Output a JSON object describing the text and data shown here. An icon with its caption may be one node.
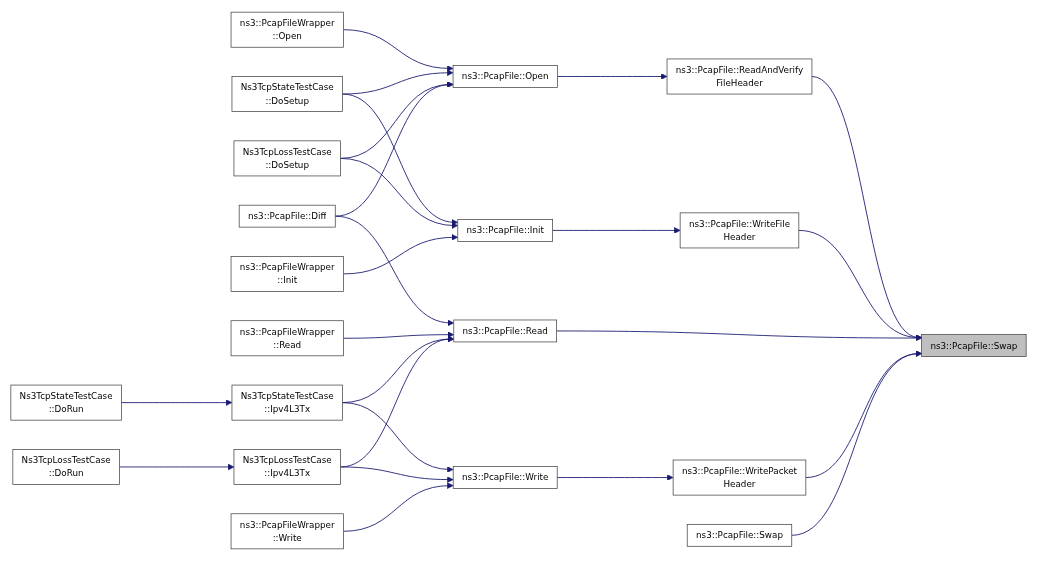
{
  "diagram": {
    "nodes": [
      {
        "text": [
          "Ns3TcpStateTestCase ::DoRun"
        ]
      },
      {
        "text": [
          "Ns3TcpLossTestCase ::DoRun"
        ]
      },
      {
        "text": [
          "ns3::PcapFileWrapper ::Open"
        ]
      },
      {
        "text": [
          "Ns3TcpStateTestCase ::DoSetup"
        ]
      },
      {
        "text": [
          "Ns3TcpLossTestCase ::DoSetup"
        ]
      },
      {
        "text": [
          "ns3::PcapFileWrapper ::Init"
        ]
      },
      {
        "text": [
          "ns3::PcapFile::Diff"
        ]
      },
      {
        "text": [
          "ns3::PcapFileWrapper ::Read"
        ]
      },
      {
        "text": [
          "Ns3TcpStateTestCase ::Ipv4L3Tx"
        ]
      },
      {
        "text": [
          "Ns3TcpLossTestCase ::Ipv4L3Tx"
        ]
      },
      {
        "text": [
          "ns3::PcapFileWrapper ::Write"
        ]
      },
      {
        "text": [
          "ns3::PcapFile::Open"
        ]
      },
      {
        "text": [
          "ns3::PcapFile::Init"
        ]
      },
      {
        "text": [
          "ns3::PcapFile::Read"
        ]
      },
      {
        "text": [
          "ns3::PcapFile::Write"
        ]
      },
      {
        "text": [
          "ns3::PcapFile::ReadAndVerify FileHeader"
        ]
      },
      {
        "text": [
          "ns3::PcapFile::WriteFile Header"
        ]
      },
      {
        "text": [
          "ns3::PcapFile::WritePacket Header"
        ]
      },
      {
        "text": [
          "ns3::PcapFile::Swap"
        ]
      },
      {
        "text": [
          "ns3::PcapFile::Swap"
        ]
      }
    ],
    "edges": [
      {
        "from": 0,
        "to": 8,
        "arrow": "to"
      },
      {
        "from": 1,
        "to": 9,
        "arrow": "to"
      },
      {
        "from": 2,
        "to": 11,
        "arrow": "to"
      },
      {
        "from": 3,
        "to": 11,
        "arrow": "to"
      },
      {
        "from": 3,
        "to": 12,
        "arrow": "to"
      },
      {
        "from": 4,
        "to": 11,
        "arrow": "to"
      },
      {
        "from": 4,
        "to": 12,
        "arrow": "to"
      },
      {
        "from": 5,
        "to": 12,
        "arrow": "to"
      },
      {
        "from": 6,
        "to": 11,
        "arrow": "to"
      },
      {
        "from": 6,
        "to": 13,
        "arrow": "to"
      },
      {
        "from": 7,
        "to": 13,
        "arrow": "to"
      },
      {
        "from": 8,
        "to": 13,
        "arrow": "to"
      },
      {
        "from": 8,
        "to": 14,
        "arrow": "to"
      },
      {
        "from": 9,
        "to": 13,
        "arrow": "to"
      },
      {
        "from": 9,
        "to": 14,
        "arrow": "to"
      },
      {
        "from": 10,
        "to": 14,
        "arrow": "to"
      },
      {
        "from": 11,
        "to": 15,
        "arrow": "to"
      },
      {
        "from": 12,
        "to": 16,
        "arrow": "to"
      },
      {
        "from": 14,
        "to": 17,
        "arrow": "to"
      },
      {
        "from": 15,
        "to": 19,
        "arrow": "to"
      },
      {
        "from": 16,
        "to": 19,
        "arrow": "to"
      },
      {
        "from": 13,
        "to": 19,
        "arrow": "to"
      },
      {
        "from": 17,
        "to": 19,
        "arrow": "to"
      },
      {
        "from": 18,
        "to": 19,
        "arrow": "to"
      }
    ]
  }
}
